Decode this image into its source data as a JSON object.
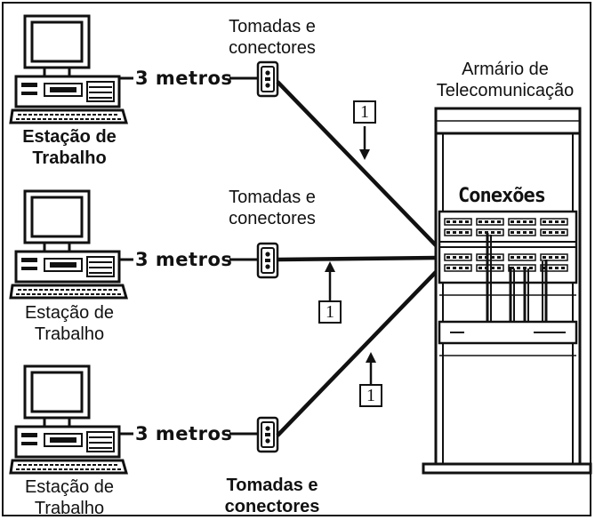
{
  "workstations": [
    {
      "label_line1": "Estação de",
      "label_line2": "Trabalho",
      "distance": "3 metros",
      "outlet_line1": "Tomadas e",
      "outlet_line2": "conectores",
      "callout": "1"
    },
    {
      "label_line1": "Estação de",
      "label_line2": "Trabalho",
      "distance": "3 metros",
      "outlet_line1": "Tomadas e",
      "outlet_line2": "conectores",
      "callout": "1"
    },
    {
      "label_line1": "Estação de",
      "label_line2": "Trabalho",
      "distance": "3 metros",
      "outlet_line1": "Tomadas e",
      "outlet_line2": "conectores",
      "callout": "1"
    }
  ],
  "closet": {
    "title_line1": "Armário de",
    "title_line2": "Telecomunicação",
    "panel_label": "Conexões"
  },
  "colors": {
    "ink": "#111111",
    "background": "#ffffff"
  }
}
